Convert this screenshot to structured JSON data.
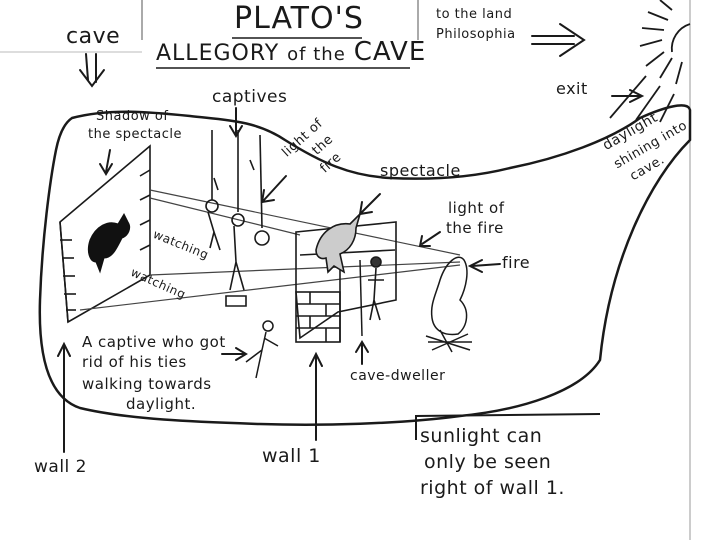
{
  "title": {
    "line1": "PLATO'S",
    "line2_prefix": "ALLEGORY",
    "line2_mid": "of the",
    "line2_suffix": "CAVE"
  },
  "labels": {
    "cave": "cave",
    "land_line1": "to the land",
    "land_line2": "Philosophia",
    "captives": "captives",
    "shadow_line1": "Shadow of",
    "shadow_line2": "the spectacle",
    "light_of_fire_diag": "light of",
    "light_of_fire_diag2": "the",
    "light_of_fire_diag3": "fire",
    "spectacle": "spectacle",
    "light_of_fire_right1": "light of",
    "light_of_fire_right2": "the fire",
    "fire": "fire",
    "exit": "exit",
    "daylight1": "daylight",
    "daylight2": "shining into",
    "daylight3": "cave.",
    "watching1": "watching",
    "watching2": "watching",
    "captive_line1": "A captive who got",
    "captive_line2": "rid of his ties",
    "captive_line3": "walking towards",
    "captive_line4": "daylight.",
    "cave_dweller": "cave-dweller",
    "wall2": "wall 2",
    "wall1": "wall 1",
    "sunlight_line1": "sunlight can",
    "sunlight_line2": "only be seen",
    "sunlight_line3": "right of wall 1."
  },
  "colors": {
    "ink": "#1a1a1a",
    "paper": "#ffffff",
    "shadow_fill": "#111111"
  }
}
